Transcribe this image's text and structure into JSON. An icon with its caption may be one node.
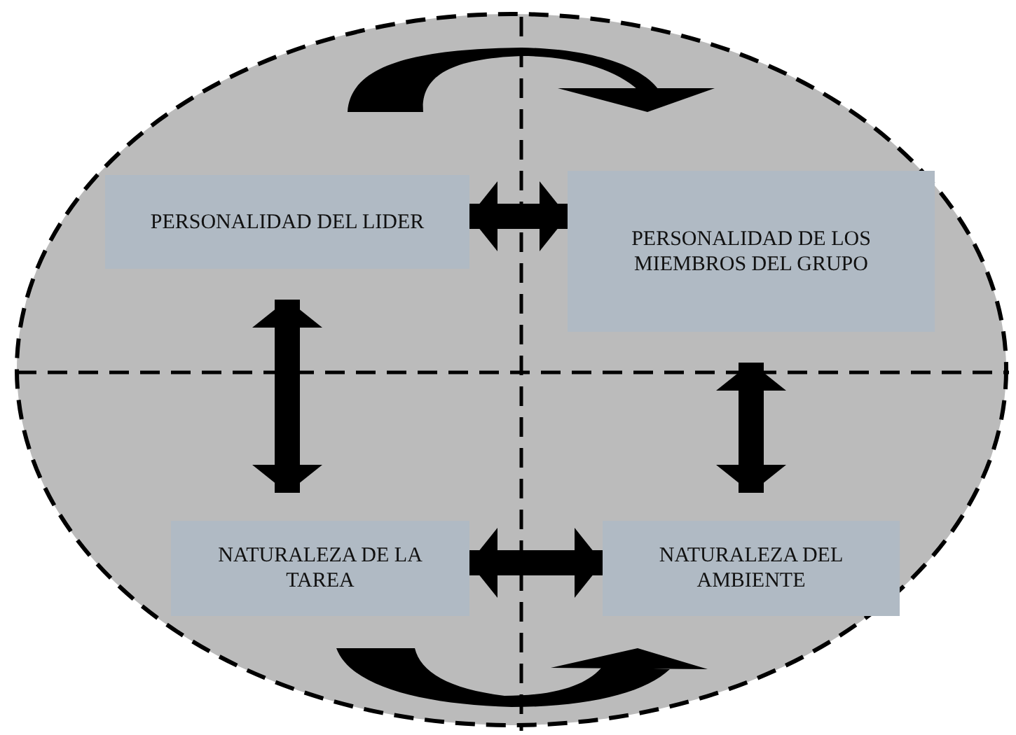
{
  "diagram": {
    "nodes": [
      {
        "text": [],
        "shape": "ellipse"
      },
      {
        "text": [
          "PERSONALIDAD DEL LIDER"
        ],
        "in": 0
      },
      {
        "text": [
          "PERSONALIDAD DE LOS MIEMBROS DEL GRUPO"
        ],
        "in": 0
      },
      {
        "text": [
          "NATURALEZA DE LA TAREA"
        ],
        "in": 0
      },
      {
        "text": [
          "NATURALEZA DEL AMBIENTE"
        ],
        "in": 0
      }
    ],
    "edges": [
      {
        "from": 1,
        "to": 2,
        "arrow": "both"
      },
      {
        "from": 1,
        "to": 3,
        "arrow": "both"
      },
      {
        "from": 2,
        "to": 4,
        "arrow": "both"
      },
      {
        "from": 3,
        "to": 4,
        "arrow": "both"
      }
    ]
  }
}
